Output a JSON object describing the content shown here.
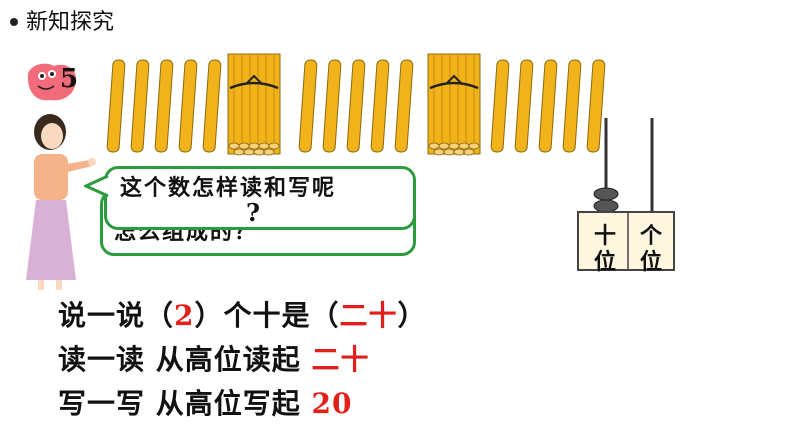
{
  "header": {
    "title": "新知探究"
  },
  "example": {
    "number": "5"
  },
  "bubble": {
    "front": "这个数怎样读和写呢",
    "question_mark": "?",
    "back": "怎么组成的？"
  },
  "abacus": {
    "tens_label_1": "十",
    "tens_label_2": "位",
    "ones_label_1": "个",
    "ones_label_2": "位",
    "tens_beads": 2
  },
  "lines": {
    "say": {
      "prefix": "说一说（",
      "blank1": "2",
      "middle": "）个十是（",
      "blank2": "二十",
      "suffix": "）"
    },
    "read": {
      "label": "读一读",
      "rule": "从高位读起",
      "answer": "二十"
    },
    "write": {
      "label": "写一写",
      "rule": "从高位写起",
      "answer": "20"
    }
  },
  "colors": {
    "accent_red": "#e0201b",
    "bubble_border": "#2e9a3e",
    "stick": "#f2b21a"
  }
}
